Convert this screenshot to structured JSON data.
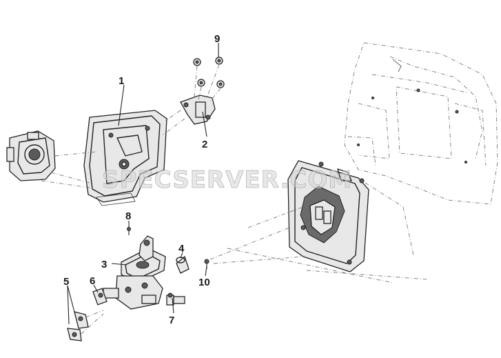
{
  "callouts": [
    {
      "id": "1",
      "label": "1"
    },
    {
      "id": "2",
      "label": "2"
    },
    {
      "id": "3",
      "label": "3"
    },
    {
      "id": "4",
      "label": "4"
    },
    {
      "id": "5",
      "label": "5"
    },
    {
      "id": "6",
      "label": "6"
    },
    {
      "id": "7",
      "label": "7"
    },
    {
      "id": "8",
      "label": "8"
    },
    {
      "id": "9",
      "label": "9"
    },
    {
      "id": "10",
      "label": "10"
    }
  ],
  "watermark": "SPECSERVER.COM",
  "colors": {
    "line": "#222222",
    "fill": "#e8e8e8",
    "watermark": "#d6d6d6"
  }
}
